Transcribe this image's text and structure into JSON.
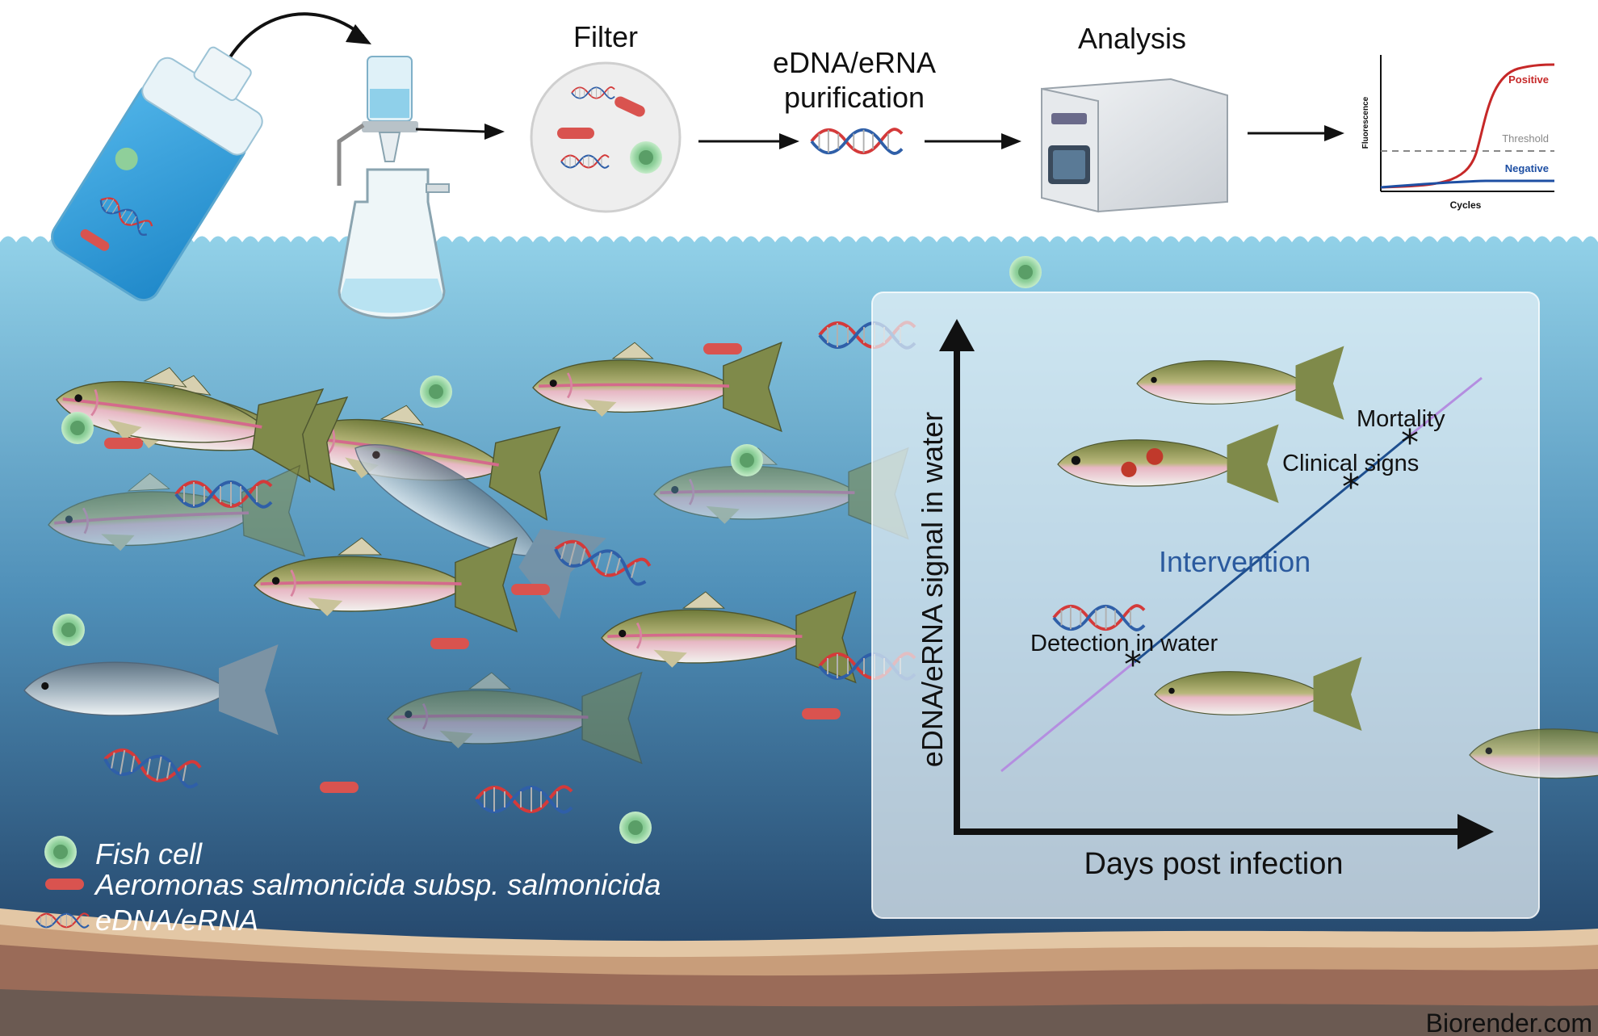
{
  "steps": {
    "filter": "Filter",
    "purification_line1": "eDNA/eRNA",
    "purification_line2": "purification",
    "analysis": "Analysis"
  },
  "qpcr_plot": {
    "positive": "Positive",
    "threshold": "Threshold",
    "negative": "Negative",
    "y_label": "Fluorescence",
    "x_label": "Cycles",
    "colors": {
      "positive": "#c62828",
      "negative": "#1e4fa3",
      "threshold": "#888888"
    }
  },
  "timeline_graph": {
    "y_axis_label": "eDNA/eRNA signal in water",
    "x_axis_label": "Days post infection",
    "events": {
      "detection": "Detection in water",
      "intervention": "Intervention",
      "clinical": "Clinical signs",
      "mortality": "Mortality"
    },
    "colors": {
      "trend": "#1e4f8f",
      "early": "#b48ee0",
      "intervention_text": "#2b5a9e"
    }
  },
  "legend": {
    "fish_cell": "Fish cell",
    "bacteria": "Aeromonas salmonicida subsp. salmonicida",
    "edna": "eDNA/eRNA"
  },
  "credit": "Biorender.com",
  "colors": {
    "water_top": "#8ecfe6",
    "water_bottom": "#1c3a5e",
    "sediment": "#d6b08e",
    "fish_cell": "#7cc48a",
    "bacteria": "#d9534f",
    "dna_red": "#d43a3a",
    "dna_blue": "#2f5fa8"
  },
  "icons": [
    "water-bottle-icon",
    "vacuum-filter-icon",
    "filter-disc-icon",
    "dna-helix-icon",
    "qpcr-machine-icon",
    "fish-icon",
    "fish-cell-icon",
    "bacteria-icon",
    "asterisk-icon"
  ]
}
